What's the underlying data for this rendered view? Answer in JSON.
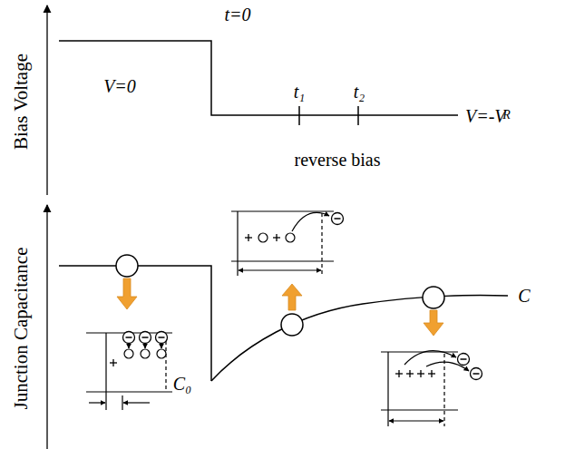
{
  "diagram": {
    "labels": [
      "Bias Voltage",
      "t=0",
      "V=0",
      "t₁",
      "t₂",
      "V=-V",
      "R",
      "reverse bias",
      "Junction Capacitance",
      "C",
      "C₀"
    ]
  }
}
